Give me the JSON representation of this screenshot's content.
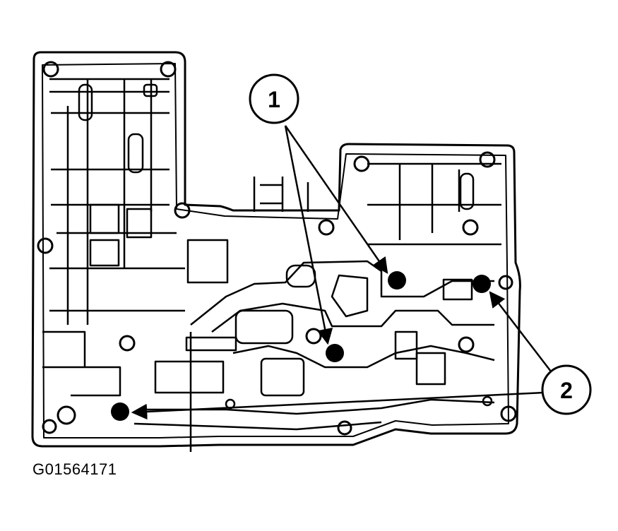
{
  "figure_id": "G01564171",
  "callouts": [
    {
      "label": "1"
    },
    {
      "label": "2"
    }
  ],
  "colors": {
    "ink": "#000000",
    "paper": "#ffffff"
  }
}
